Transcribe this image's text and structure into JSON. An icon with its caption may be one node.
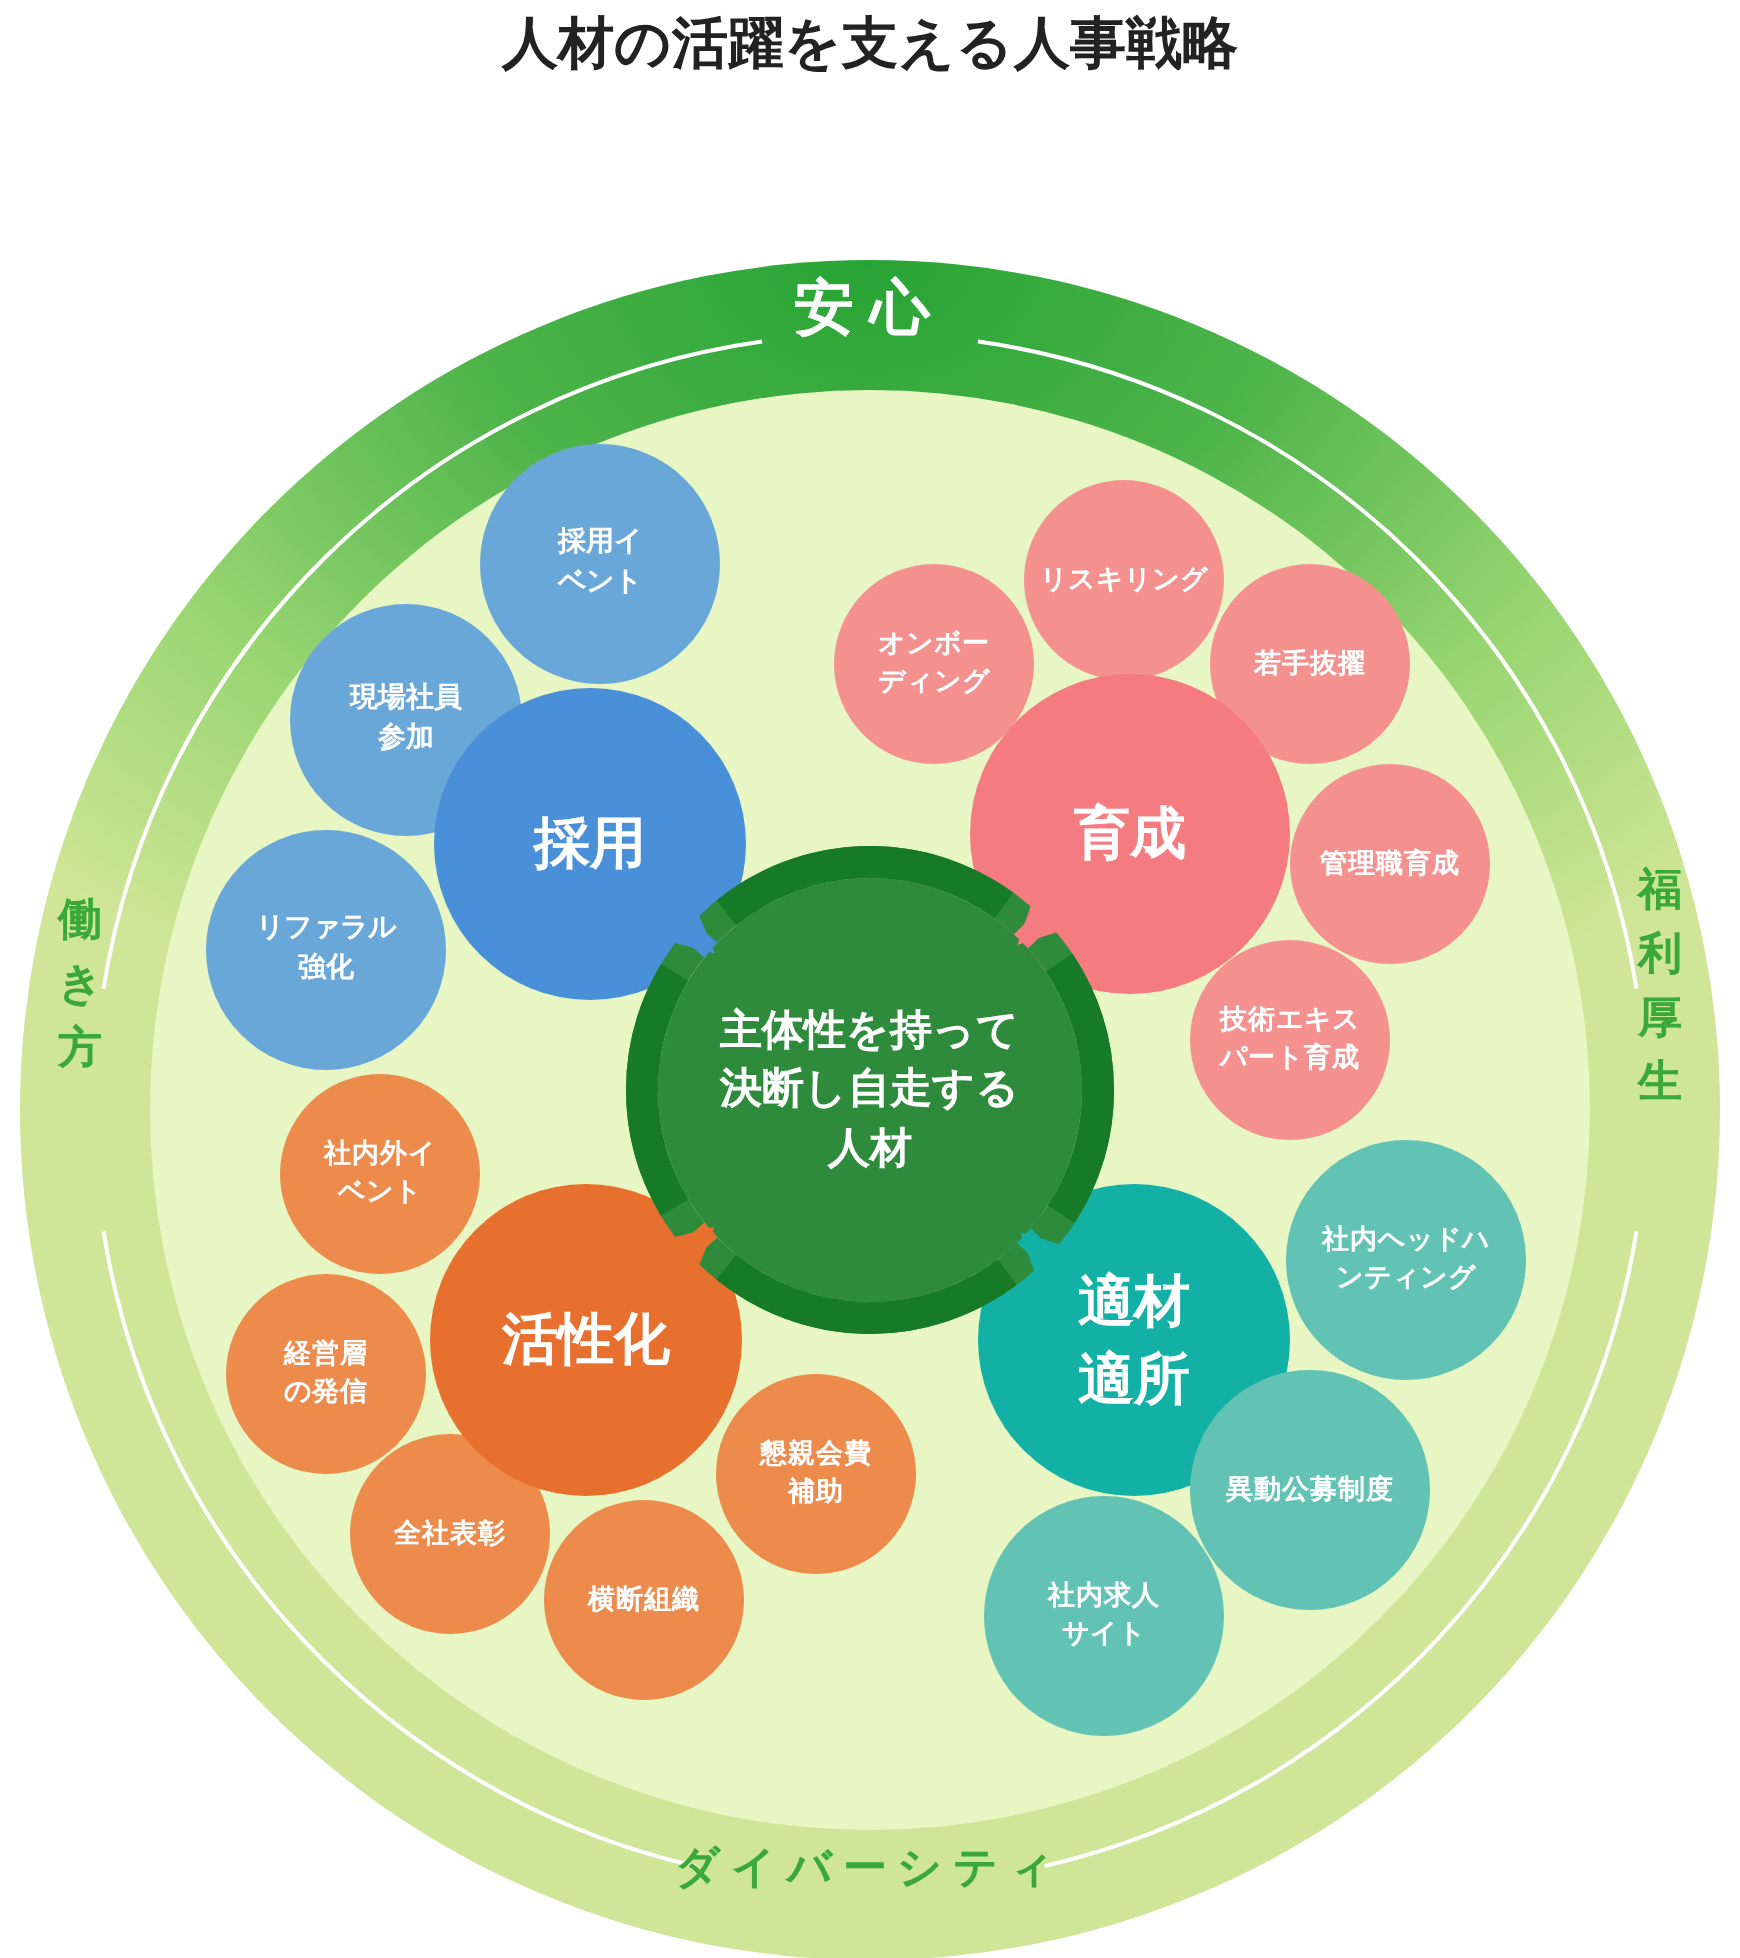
{
  "diagram": {
    "title": "人材の活躍を支える人事戦略",
    "nodes": [
      {
        "text": [
          "主体性を持って決断し自走する人材"
        ]
      },
      {
        "text": [
          "採用"
        ]
      },
      {
        "text": [
          "採用イベント"
        ]
      },
      {
        "text": [
          "現場社員参加"
        ]
      },
      {
        "text": [
          "リファラル強化"
        ]
      },
      {
        "text": [
          "育成"
        ]
      },
      {
        "text": [
          "オンボーディング"
        ]
      },
      {
        "text": [
          "リスキリング"
        ]
      },
      {
        "text": [
          "若手抜擢"
        ]
      },
      {
        "text": [
          "管理職育成"
        ]
      },
      {
        "text": [
          "技術エキスパート育成"
        ]
      },
      {
        "text": [
          "活性化"
        ]
      },
      {
        "text": [
          "社内外イベント"
        ]
      },
      {
        "text": [
          "経営層の発信"
        ]
      },
      {
        "text": [
          "全社表彰"
        ]
      },
      {
        "text": [
          "横断組織"
        ]
      },
      {
        "text": [
          "懇親会費補助"
        ]
      },
      {
        "text": [
          "適材適所"
        ]
      },
      {
        "text": [
          "社内ヘッドハンティング"
        ]
      },
      {
        "text": [
          "異動公募制度"
        ]
      },
      {
        "text": [
          "社内求人サイト"
        ]
      }
    ],
    "edges": [
      {
        "from": 1,
        "to": 0,
        "arrow": "to",
        "color": "#4a90d9"
      },
      {
        "from": 5,
        "to": 0,
        "arrow": "to",
        "color": "#f47b80"
      },
      {
        "from": 11,
        "to": 0,
        "arrow": "to",
        "color": "#e8702f"
      },
      {
        "from": 17,
        "to": 0,
        "arrow": "to",
        "color": "#13b0a5"
      }
    ],
    "labels": [
      "安心",
      "働き方",
      "福利厚生",
      "ダイバーシティ"
    ]
  }
}
